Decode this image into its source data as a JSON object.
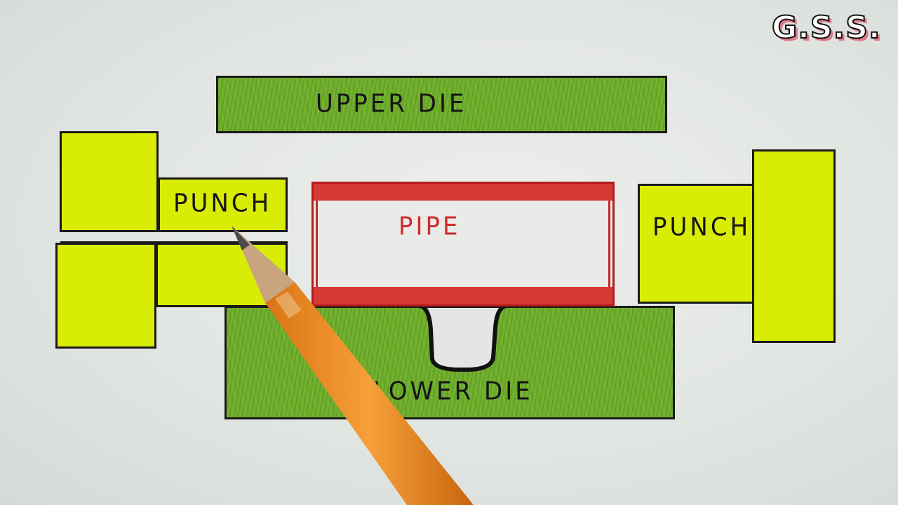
{
  "diagram": {
    "logo": "G.S.S.",
    "upper_die_label": "UPPER DIE",
    "lower_die_label": "LOWER DIE",
    "left_punch_label": "PUNCH",
    "right_punch_label": "PUNCH",
    "pipe_label": "PIPE"
  },
  "colors": {
    "die_green": "#6fae2c",
    "punch_yellow": "#d9ec06",
    "pipe_red": "#d22a2a",
    "outline": "#1a1a1a",
    "pencil_orange": "#f0922a"
  }
}
